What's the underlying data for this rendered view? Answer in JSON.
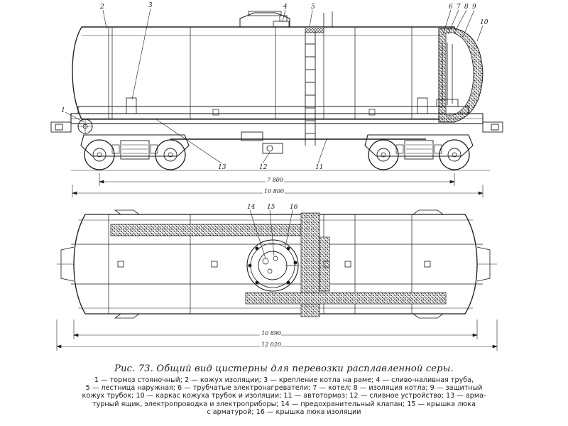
{
  "figure": {
    "caption": "Рис. 73. Общий вид цистерны для перевозки расплавленной серы.",
    "legend_lines": [
      "1 — тормоз стояночный; 2 — кожух изоляции; 3 — крепление котла на раме; 4 — сливо-наливная труба,",
      "5 — лестница наружная; 6 — трубчатые электронагреватели; 7 — котел; 8 — изоляция котла; 9 — защитный",
      "кожух трубок; 10 — каркас кожуха трубок и изоляции; 11 — автотормоз; 12 — сливное устройство; 13 — арма-",
      "турный ящик, электропроводка и электроприборы; 14 — предохранительный клапан; 15 — крышка люка",
      "с арматурой; 16 — крышка люка изоляции"
    ]
  },
  "callouts": {
    "n1": "1",
    "n2": "2",
    "n3": "3",
    "n4": "4",
    "n5": "5",
    "n6": "6",
    "n7": "7",
    "n8": "8",
    "n9": "9",
    "n10": "10",
    "n11": "11",
    "n12": "12",
    "n13": "13",
    "n14": "14",
    "n15": "15",
    "n16": "16"
  },
  "dimensions": {
    "d_7800": "7 800",
    "d_10800": "10 800",
    "d_10890": "10 890",
    "d_12020": "12 020"
  },
  "colors": {
    "line": "#1a1a1a",
    "hatch": "#2a2a2a",
    "paper": "#ffffff"
  }
}
